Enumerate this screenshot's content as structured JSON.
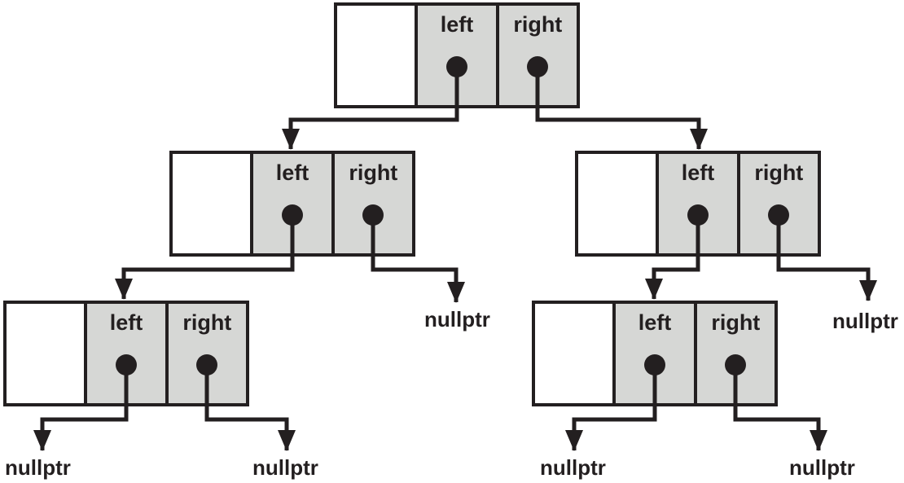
{
  "diagram": {
    "colors": {
      "line": "#231f20",
      "node_pointer_cell_fill": "#d6d7d5",
      "node_data_cell_fill": "#ffffff",
      "background": "#ffffff"
    },
    "nodes": [
      {
        "id": "root",
        "left_label": "left",
        "right_label": "right"
      },
      {
        "id": "left-child",
        "left_label": "left",
        "right_label": "right"
      },
      {
        "id": "right-child",
        "left_label": "left",
        "right_label": "right"
      },
      {
        "id": "left-grandchild",
        "left_label": "left",
        "right_label": "right"
      },
      {
        "id": "right-grandchild",
        "left_label": "left",
        "right_label": "right"
      }
    ],
    "nullptrs": [
      {
        "id": "left-child-right-target",
        "label": "nullptr"
      },
      {
        "id": "right-child-right-target",
        "label": "nullptr"
      },
      {
        "id": "left-grandchild-left-target",
        "label": "nullptr"
      },
      {
        "id": "left-grandchild-right-target",
        "label": "nullptr"
      },
      {
        "id": "right-grandchild-left-target",
        "label": "nullptr"
      },
      {
        "id": "right-grandchild-right-target",
        "label": "nullptr"
      }
    ]
  }
}
